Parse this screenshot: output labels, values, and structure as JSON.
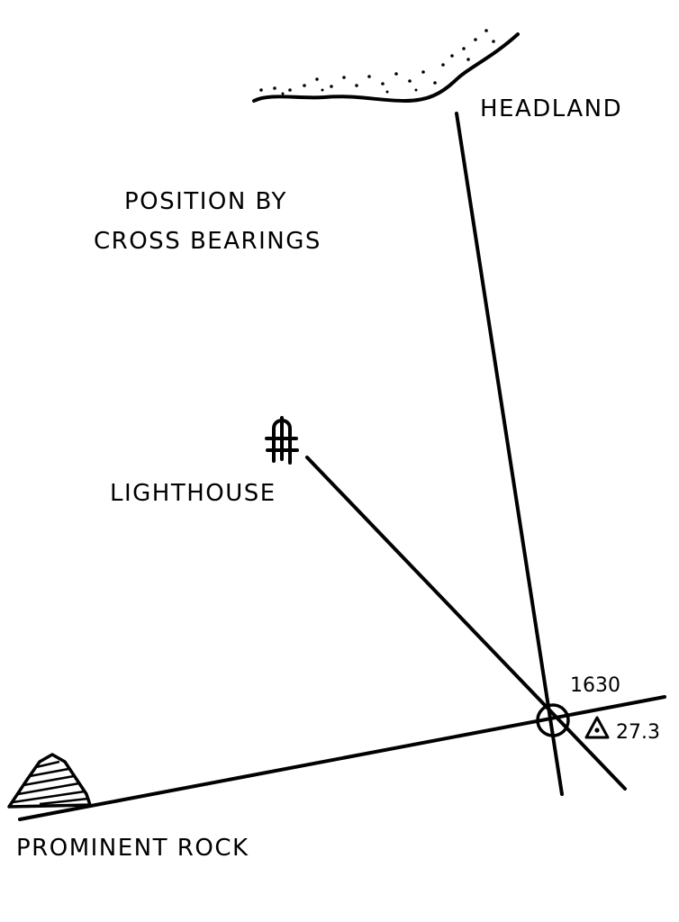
{
  "title": {
    "line1": "POSITION BY",
    "line2": "CROSS BEARINGS"
  },
  "landmarks": {
    "headland": "HEADLAND",
    "lighthouse": "LIGHTHOUSE",
    "rock": "PROMINENT ROCK"
  },
  "fix": {
    "time": "1630",
    "log": "27.3"
  },
  "icons": {
    "fix_symbol": "circle-with-cross",
    "log_symbol": "triangle-with-dot",
    "lighthouse_symbol": "lighthouse",
    "rock_symbol": "hatched-rock",
    "headland_symbol": "coastline"
  }
}
